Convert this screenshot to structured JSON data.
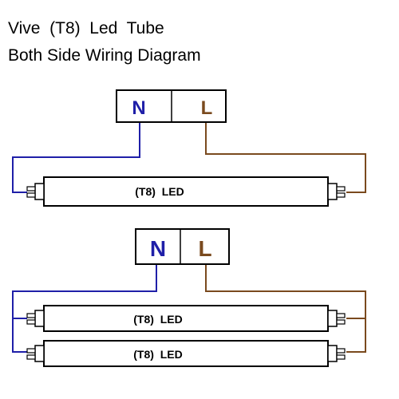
{
  "header": {
    "title_line1": "Vive  (T8)  Led  Tube",
    "title_line2": "Both Side Wiring Diagram"
  },
  "colors": {
    "neutral": "#1f1fa8",
    "live": "#7a4a1e",
    "outline": "#000000"
  },
  "diagram1": {
    "neutral_label": "N",
    "live_label": "L",
    "tubes": [
      {
        "label": "(T8)  LED"
      }
    ]
  },
  "diagram2": {
    "neutral_label": "N",
    "live_label": "L",
    "tubes": [
      {
        "label": "(T8)  LED"
      },
      {
        "label": "(T8)  LED"
      }
    ]
  }
}
